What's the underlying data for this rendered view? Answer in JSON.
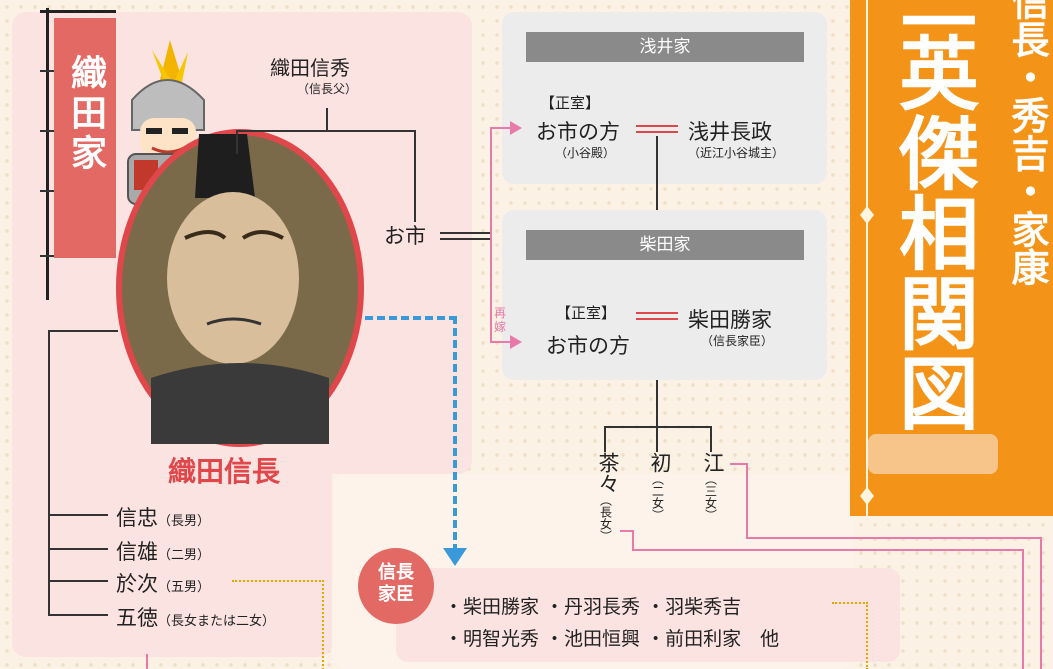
{
  "oda": {
    "clan_name": "織田家",
    "father_name": "織田信秀",
    "father_note": "（信長父）",
    "ichi": "お市",
    "nobunaga": "織田信長",
    "children": [
      {
        "name": "信忠",
        "note": "（長男）"
      },
      {
        "name": "信雄",
        "note": "（二男）"
      },
      {
        "name": "於次",
        "note": "（五男）"
      },
      {
        "name": "五徳",
        "note": "（長女または二女）"
      }
    ]
  },
  "azai": {
    "header": "浅井家",
    "wife_tag": "【正室】",
    "wife": "お市の方",
    "wife_note": "（小谷殿）",
    "husband": "浅井長政",
    "husband_note": "（近江小谷城主）"
  },
  "shibata": {
    "header": "柴田家",
    "remarry": "再嫁",
    "wife_tag": "【正室】",
    "wife": "お市の方",
    "husband": "柴田勝家",
    "husband_note": "（信長家臣）"
  },
  "daughters": [
    {
      "name": "茶々",
      "note": "（長女）"
    },
    {
      "name": "初",
      "note": "（二女）"
    },
    {
      "name": "江",
      "note": "（三女）"
    }
  ],
  "retainers": {
    "badge": "信長家臣",
    "line1": "・柴田勝家 ・丹羽長秀 ・羽柴秀吉",
    "line2": "・明智光秀 ・池田恒興 ・前田利家　他"
  },
  "title_banner": {
    "small": "信長・秀吉・家康",
    "big": "三英傑相関図"
  },
  "colors": {
    "accent_red": "#e0474a",
    "orange": "#f39418",
    "pink_line": "#e87aa9",
    "blue_dash": "#3a9ad9"
  }
}
